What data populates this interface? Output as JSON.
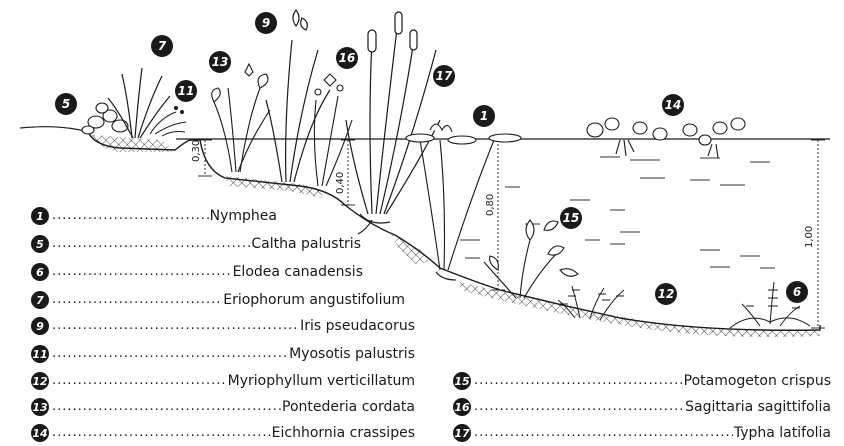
{
  "diagram": {
    "depth_labels": [
      {
        "id": "d030",
        "text": "0,30"
      },
      {
        "id": "d040",
        "text": "0,40"
      },
      {
        "id": "d080",
        "text": "0,80"
      },
      {
        "id": "d100",
        "text": "1,00"
      }
    ],
    "plant_markers": [
      {
        "id": "m5",
        "num": "5"
      },
      {
        "id": "m7",
        "num": "7"
      },
      {
        "id": "m11",
        "num": "11"
      },
      {
        "id": "m13",
        "num": "13"
      },
      {
        "id": "m9",
        "num": "9"
      },
      {
        "id": "m16",
        "num": "16"
      },
      {
        "id": "m17",
        "num": "17"
      },
      {
        "id": "m1",
        "num": "1"
      },
      {
        "id": "m14",
        "num": "14"
      },
      {
        "id": "m15",
        "num": "15"
      },
      {
        "id": "m12",
        "num": "12"
      },
      {
        "id": "m6",
        "num": "6"
      }
    ]
  },
  "legend": {
    "left": [
      {
        "num": "1",
        "name": "Nymphea"
      },
      {
        "num": "5",
        "name": "Caltha palustris"
      },
      {
        "num": "6",
        "name": "Elodea canadensis"
      },
      {
        "num": "7",
        "name": "Eriophorum angustifolium"
      },
      {
        "num": "9",
        "name": "Iris pseudacorus"
      },
      {
        "num": "11",
        "name": "Myosotis palustris"
      },
      {
        "num": "12",
        "name": "Myriophyllum verticillatum"
      },
      {
        "num": "13",
        "name": "Pontederia cordata"
      },
      {
        "num": "14",
        "name": "Eichhornia crassipes"
      }
    ],
    "right": [
      {
        "num": "15",
        "name": "Potamogeton crispus"
      },
      {
        "num": "16",
        "name": "Sagittaria sagittifolia"
      },
      {
        "num": "17",
        "name": "Typha latifolia"
      }
    ]
  }
}
